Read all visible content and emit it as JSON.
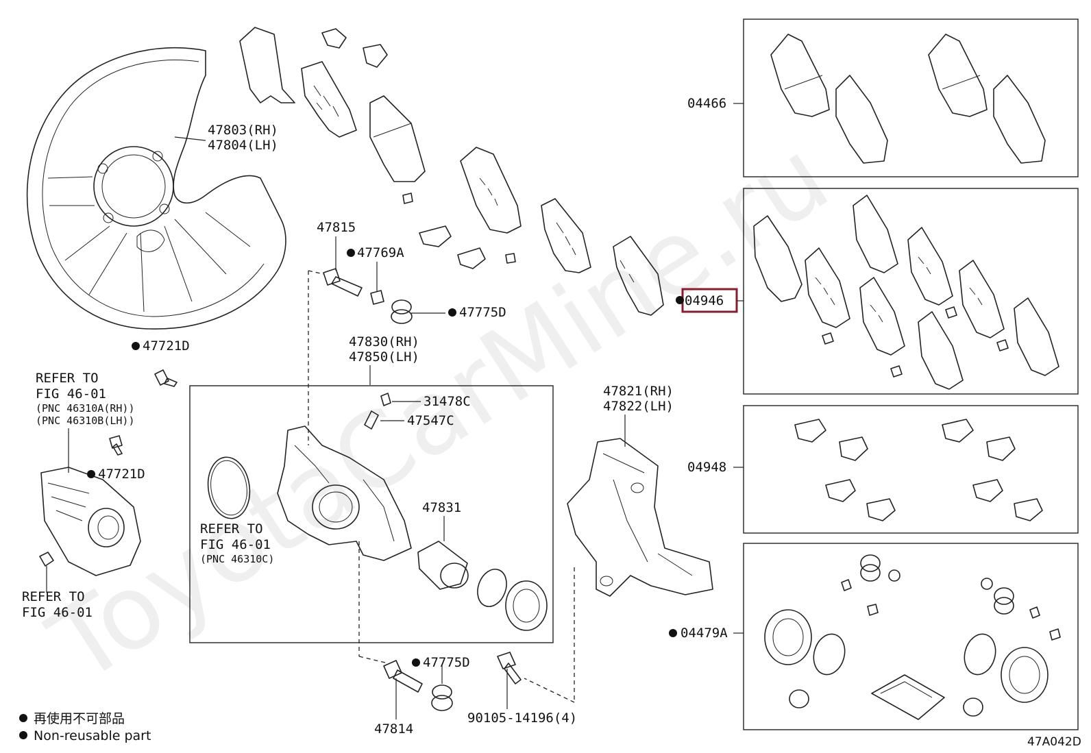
{
  "watermark": "ToyotaCarMine.ru",
  "labels": {
    "p47803": "47803(RH)",
    "p47804": "47804(LH)",
    "p47815": "47815",
    "p47769A": "47769A",
    "p47775D_top": "47775D",
    "p47721D_top": "47721D",
    "p47830": "47830(RH)",
    "p47850": "47850(LH)",
    "p31478C": "31478C",
    "p47547C": "47547C",
    "p47831": "47831",
    "p47821": "47821(RH)",
    "p47822": "47822(LH)",
    "p47721D_mid": "47721D",
    "p47775D_bottom": "47775D",
    "p47814": "47814",
    "p90105": "90105-14196(4)",
    "p04466": "04466",
    "p04946": "04946",
    "p04948": "04948",
    "p04479A": "04479A"
  },
  "refer_notes": {
    "refer_a_line1": "REFER TO",
    "refer_a_line2": "FIG 46-01",
    "refer_a_line3": "(PNC 46310A(RH))",
    "refer_a_line4": "(PNC 46310B(LH))",
    "refer_b_line1": "REFER TO",
    "refer_b_line2": "FIG 46-01",
    "refer_b_line3": "(PNC 46310C)",
    "refer_c_line1": "REFER TO",
    "refer_c_line2": "FIG 46-01"
  },
  "legend": {
    "line_jp": "再使用不可部品",
    "line_en": "Non-reusable part"
  },
  "figure_code": "47A042D",
  "highlight_color": "#8b1a2e"
}
